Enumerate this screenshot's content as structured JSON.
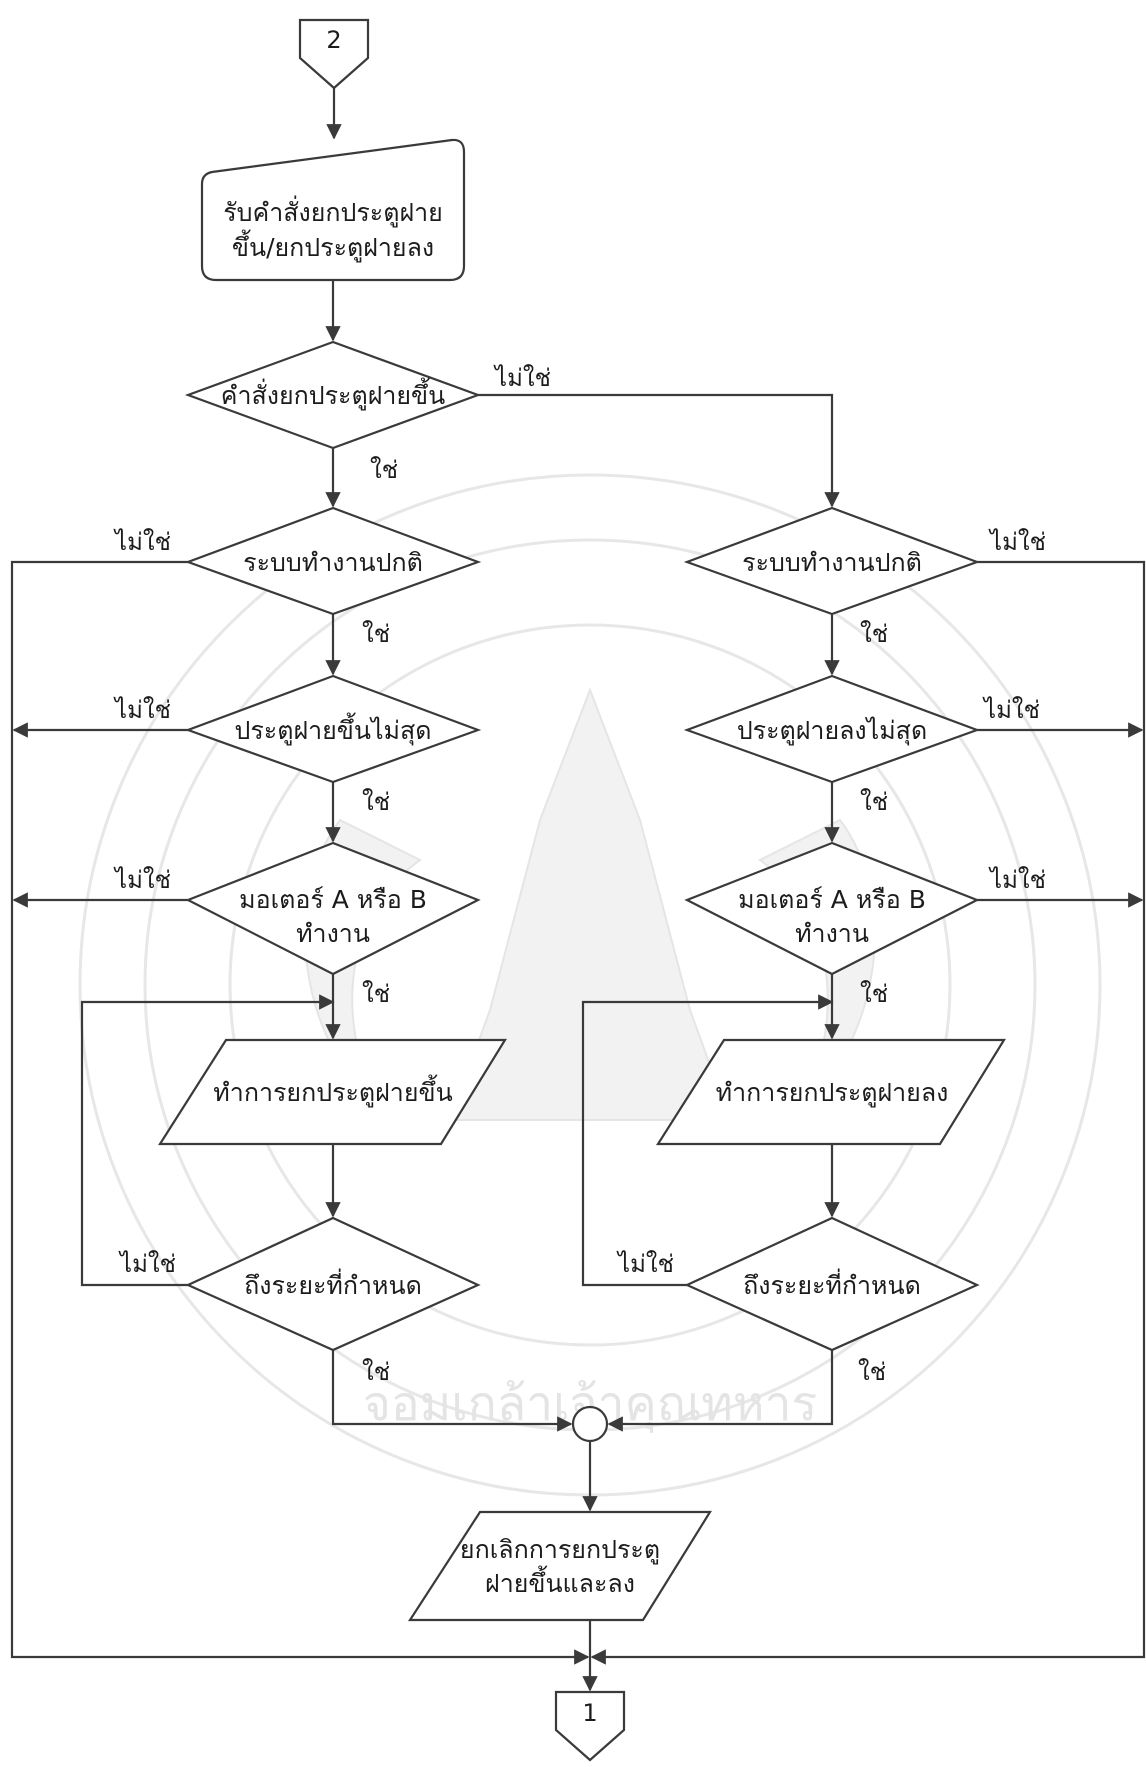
{
  "connectors": {
    "top": "2",
    "bottom": "1"
  },
  "nodes": {
    "receive_command": [
      "รับคำสั่งยกประตูฝาย",
      "ขึ้น/ยกประตูฝายลง"
    ],
    "decision_up_command": "คำสั่งยกประตูฝายขึ้น",
    "up_system_normal": "ระบบทำงานปกติ",
    "up_gate_not_top": "ประตูฝายขึ้นไม่สุด",
    "up_motor": [
      "มอเตอร์ A หรือ B",
      "ทำงาน"
    ],
    "up_raise_gate": "ทำการยกประตูฝายขึ้น",
    "up_reached": "ถึงระยะที่กำหนด",
    "down_system_normal": "ระบบทำงานปกติ",
    "down_gate_not_bottom": "ประตูฝายลงไม่สุด",
    "down_motor": [
      "มอเตอร์ A หรือ B",
      "ทำงาน"
    ],
    "down_lower_gate": "ทำการยกประตูฝายลง",
    "down_reached": "ถึงระยะที่กำหนด",
    "cancel": [
      "ยกเลิกการยกประตู",
      "ฝายขึ้นและลง"
    ]
  },
  "answers": {
    "yes": "ใช่",
    "no": "ไม่ใช่"
  },
  "watermark": {
    "text": "จอมเกล้าเจ้าคุณทหาร",
    "description": "faint university seal in background"
  },
  "colors": {
    "line": "#3a3a3a",
    "text": "#1c1c1c",
    "watermark": "#e4e4e4"
  }
}
